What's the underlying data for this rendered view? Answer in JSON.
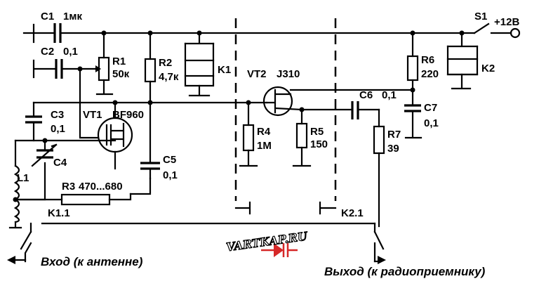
{
  "components": {
    "c1": {
      "ref": "C1",
      "value": "1мк"
    },
    "c2": {
      "ref": "C2",
      "value": "0,1"
    },
    "r1": {
      "ref": "R1",
      "value": "50к"
    },
    "r2": {
      "ref": "R2",
      "value": "4,7к"
    },
    "k1": {
      "ref": "K1"
    },
    "vt2": {
      "ref": "VT2",
      "value": "J310"
    },
    "r6": {
      "ref": "R6",
      "value": "220"
    },
    "k2": {
      "ref": "K2"
    },
    "s1": {
      "ref": "S1",
      "supply": "+12В"
    },
    "c3": {
      "ref": "C3",
      "value": "0,1"
    },
    "vt1": {
      "ref": "VT1",
      "value": "BF960"
    },
    "c4": {
      "ref": "C4"
    },
    "l1": {
      "ref": "L1"
    },
    "r3": {
      "ref": "R3",
      "value": "470...680"
    },
    "c5": {
      "ref": "C5",
      "value": "0,1"
    },
    "r4": {
      "ref": "R4",
      "value": "1М"
    },
    "r5": {
      "ref": "R5",
      "value": "150"
    },
    "c6": {
      "ref": "C6",
      "value": "0,1"
    },
    "r7": {
      "ref": "R7",
      "value": "39"
    },
    "c7": {
      "ref": "C7",
      "value": "0,1"
    },
    "k1_1": {
      "ref": "K1.1"
    },
    "k2_1": {
      "ref": "K2.1"
    }
  },
  "captions": {
    "input": "Вход (к антенне)",
    "output": "Выход (к радиоприемнику)"
  },
  "watermark": "VARTKAP.RU",
  "colors": {
    "line": "#000000",
    "accent": "#d62828"
  }
}
